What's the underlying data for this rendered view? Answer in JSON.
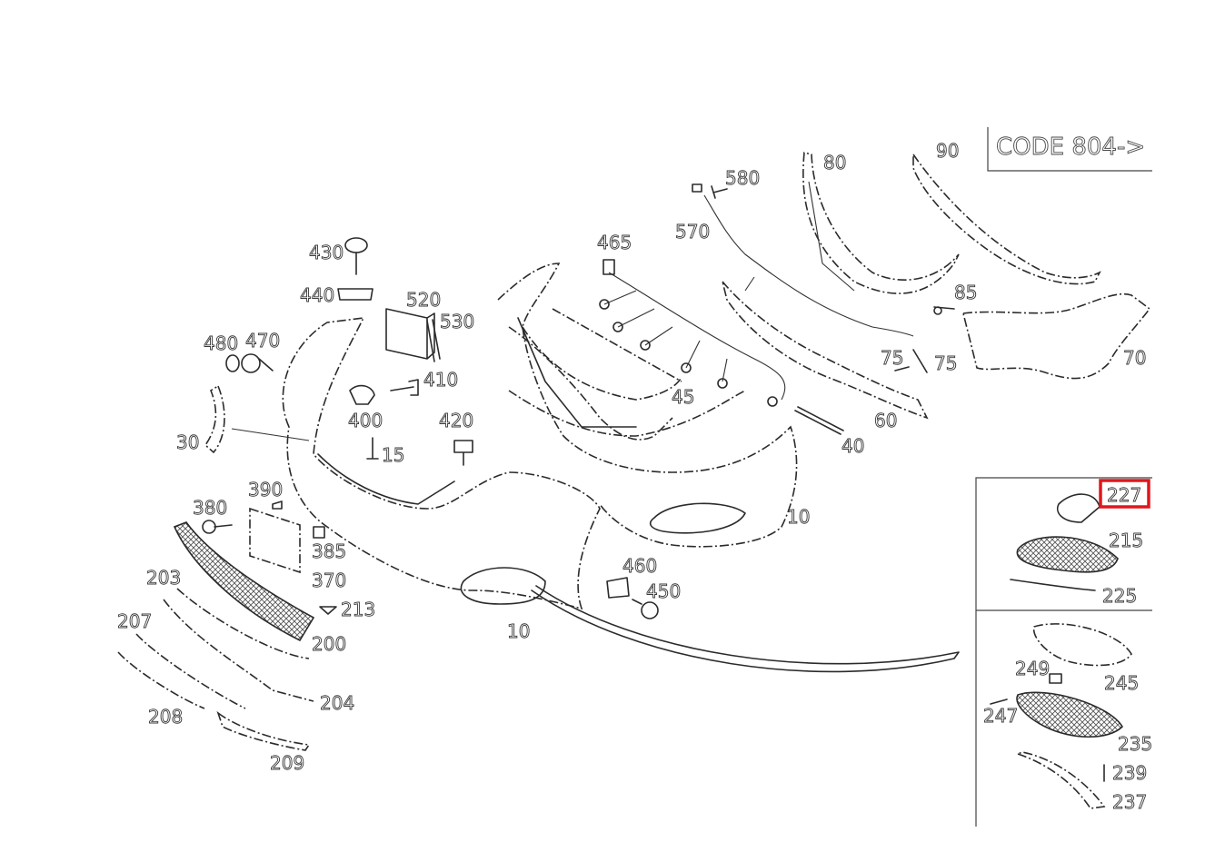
{
  "code_note": "CODE 804->",
  "highlight": {
    "label": "227",
    "color": "#e0161b"
  },
  "labels": {
    "l10a": "10",
    "l10b": "10",
    "l15": "15",
    "l30": "30",
    "l40": "40",
    "l45": "45",
    "l60": "60",
    "l70": "70",
    "l75a": "75",
    "l75b": "75",
    "l80": "80",
    "l85": "85",
    "l90": "90",
    "l200": "200",
    "l203": "203",
    "l204": "204",
    "l207": "207",
    "l208": "208",
    "l209": "209",
    "l213": "213",
    "l215": "215",
    "l225": "225",
    "l227": "227",
    "l235": "235",
    "l237": "237",
    "l239": "239",
    "l245": "245",
    "l247": "247",
    "l249": "249",
    "l370": "370",
    "l380": "380",
    "l385": "385",
    "l390": "390",
    "l400": "400",
    "l410": "410",
    "l420": "420",
    "l430": "430",
    "l440": "440",
    "l450": "450",
    "l460": "460",
    "l465": "465",
    "l470": "470",
    "l480": "480",
    "l520": "520",
    "l530": "530",
    "l570": "570",
    "l580": "580"
  }
}
